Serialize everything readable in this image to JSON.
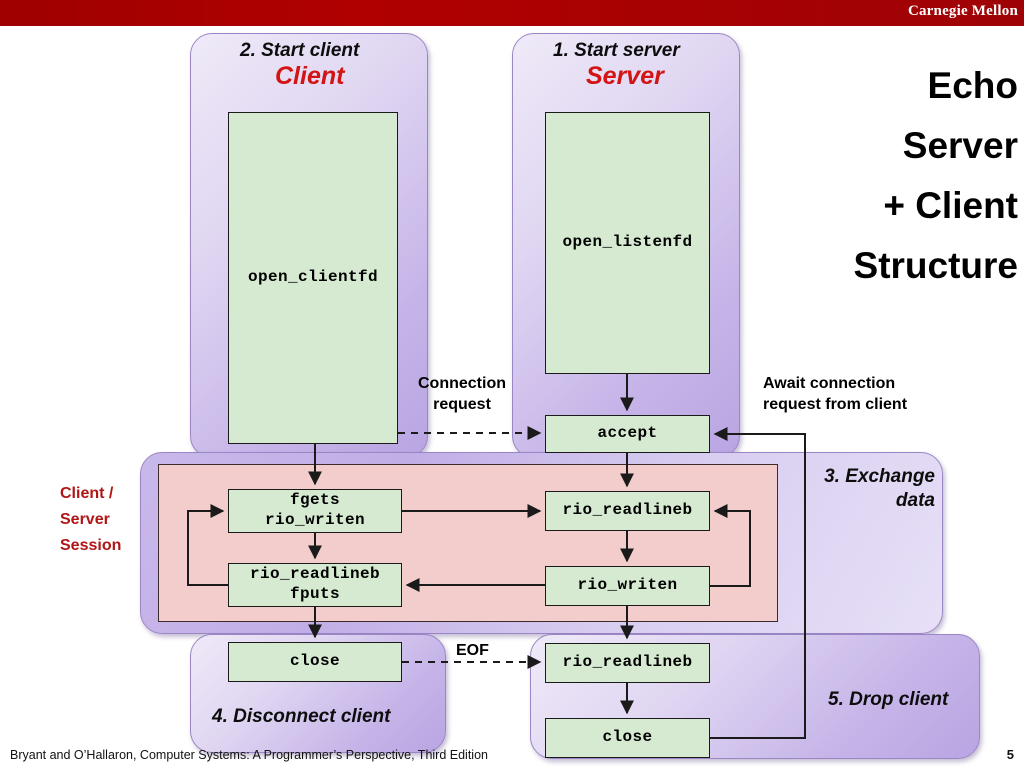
{
  "header": {
    "brand": "Carnegie Mellon"
  },
  "heading": {
    "lines": [
      "Echo",
      "Server",
      "+ Client",
      "Structure"
    ]
  },
  "panels": {
    "client": {
      "step": "2. Start client",
      "role": "Client"
    },
    "server": {
      "step": "1. Start server",
      "role": "Server"
    },
    "exchange": {
      "step_line1": "3. Exchange",
      "step_line2": "data"
    },
    "disconnect": {
      "step": "4. Disconnect client"
    },
    "drop": {
      "step": "5. Drop client"
    }
  },
  "boxes": {
    "open_clientfd": "open_clientfd",
    "open_listenfd": "open_listenfd",
    "accept": "accept",
    "client_fgets": "fgets\nrio_writen",
    "client_readlineb": "rio_readlineb\nfputs",
    "server_readlineb": "rio_readlineb",
    "server_writen": "rio_writen",
    "client_close": "close",
    "server_readlineb_eof": "rio_readlineb",
    "server_close": "close"
  },
  "annotations": {
    "connection_request_l1": "Connection",
    "connection_request_l2": "request",
    "await_l1": "Await connection",
    "await_l2": "request from client",
    "eof": "EOF",
    "session_l1": "Client /",
    "session_l2": "Server",
    "session_l3": "Session"
  },
  "footer": {
    "citation": "Bryant and O’Hallaron, Computer Systems: A Programmer’s Perspective, Third Edition",
    "page": "5"
  },
  "colors": {
    "brand_red": "#9f0000",
    "role_red": "#d31414",
    "code_green": "#d6ead1",
    "panel_purple": "#c5b3e8",
    "session_pink": "#f3cdcc"
  }
}
